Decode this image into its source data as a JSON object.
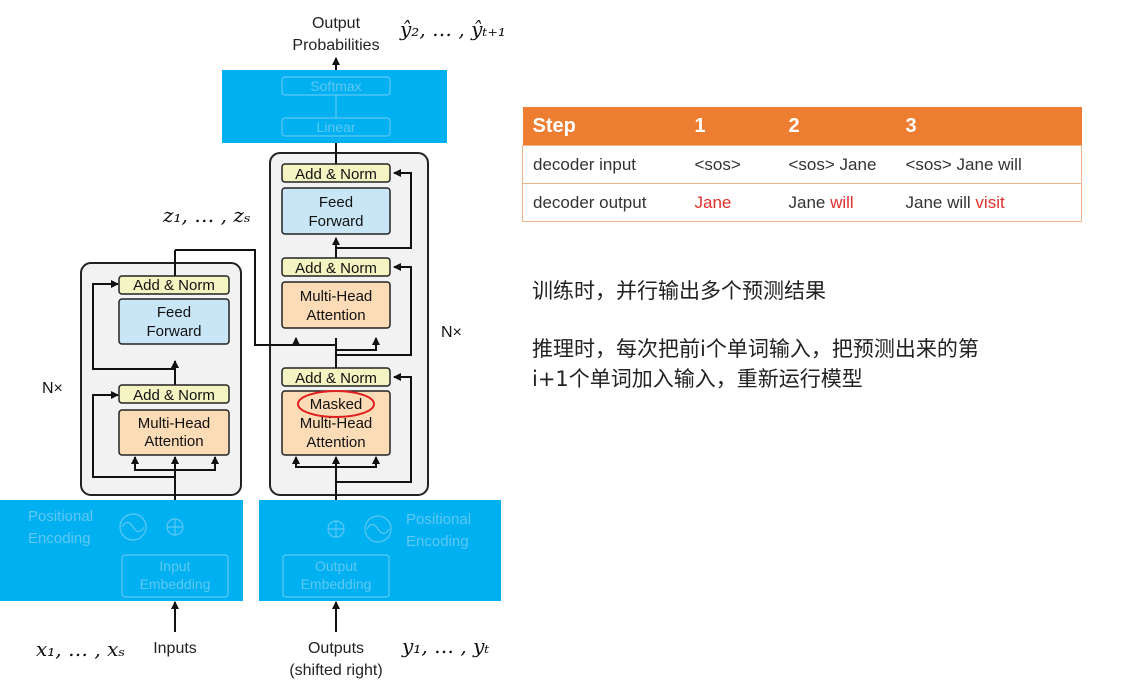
{
  "diagram": {
    "output_probabilities": [
      "Output",
      "Probabilities"
    ],
    "output_math": "ŷ₂, … , ŷₜ₊₁",
    "softmax_label": "Softmax",
    "linear_label": "Linear",
    "encoder_output_math": "z₁, … , zₛ",
    "encoder": {
      "add_norm_top": "Add & Norm",
      "feed_forward": [
        "Feed",
        "Forward"
      ],
      "add_norm_bottom": "Add & Norm",
      "attention": [
        "Multi-Head",
        "Attention"
      ],
      "nx": "N×"
    },
    "decoder": {
      "add_norm_top": "Add & Norm",
      "feed_forward": [
        "Feed",
        "Forward"
      ],
      "add_norm_mid": "Add & Norm",
      "cross_attention": [
        "Multi-Head",
        "Attention"
      ],
      "add_norm_bottom": "Add & Norm",
      "masked_attention": [
        "Masked",
        "Multi-Head",
        "Attention"
      ],
      "nx": "N×"
    },
    "input_positional": [
      "Positional",
      "Encoding"
    ],
    "input_embedding": [
      "Input",
      "Embedding"
    ],
    "output_positional": [
      "Positional",
      "Encoding"
    ],
    "output_embedding": [
      "Output",
      "Embedding"
    ],
    "inputs_label": "Inputs",
    "inputs_math": "x₁, … , xₛ",
    "outputs_label": [
      "Outputs",
      "(shifted right)"
    ],
    "outputs_math": "y₁, … , yₜ"
  },
  "table": {
    "headers": [
      "Step",
      "1",
      "2",
      "3"
    ],
    "row1": {
      "label": "decoder input",
      "c1": "<sos>",
      "c2": "<sos> Jane",
      "c3": "<sos> Jane will"
    },
    "row2": {
      "label": "decoder output",
      "c1_red": "Jane",
      "c2_plain": "Jane ",
      "c2_red": "will",
      "c3_plain": "Jane will ",
      "c3_red": "visit"
    }
  },
  "notes": {
    "training": "训练时，并行输出多个预测结果",
    "inference_line1": "推理时，每次把前i个单词输入，把预测出来的第",
    "inference_line2": "i+1个单词加入输入，重新运行模型"
  },
  "colors": {
    "cyan_overlay": "#00b0f0",
    "add_norm_fill": "#f4f4c3",
    "feed_forward_fill": "#c8e6f5",
    "attention_fill": "#fcdcb7",
    "block_bg": "#f2f2f2",
    "masked_ellipse": "#e02020",
    "table_header": "#ed7d31",
    "highlight_red": "#e0302b"
  }
}
